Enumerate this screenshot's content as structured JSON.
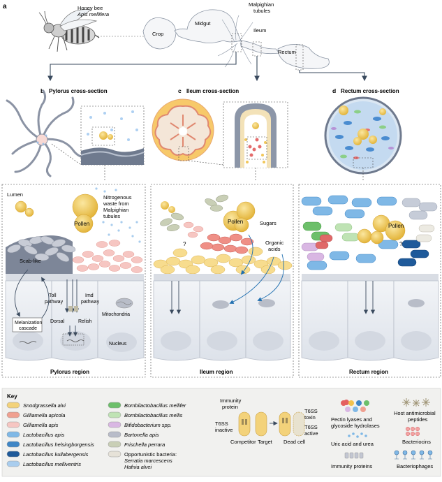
{
  "panel_a": {
    "letter": "a",
    "bee_label_1": "Honey bee",
    "bee_label_2": "Apis mellifera",
    "crop": "Crop",
    "midgut": "Midgut",
    "malpighian_1": "Malpighian",
    "malpighian_2": "tubules",
    "ileum": "Ileum",
    "rectum": "Rectum"
  },
  "panel_b": {
    "letter": "b",
    "title": "Pylorus cross-section",
    "lumen": "Lumen",
    "pollen": "Pollen",
    "nitro_1": "Nitrogenous",
    "nitro_2": "waste from",
    "nitro_3": "Malpighian",
    "nitro_4": "tubules",
    "scab_1": "Scab-like",
    "toll_1": "Toll",
    "toll_2": "pathway",
    "imd_1": "Imd",
    "imd_2": "pathway",
    "melan_1": "Melanization",
    "melan_2": "cascade",
    "dorsal": "Dorsal",
    "relish": "Relish",
    "mito": "Mitochondria",
    "nucleus": "Nucleus",
    "region": "Pylorus region"
  },
  "panel_c": {
    "letter": "c",
    "title": "Ileum cross-section",
    "pollen": "Pollen",
    "sugars": "Sugars",
    "organic_1": "Organic",
    "organic_2": "acids",
    "q1": "?",
    "q2": "?",
    "region": "Ileum region"
  },
  "panel_d": {
    "letter": "d",
    "title": "Rectum cross-section",
    "pollen": "Pollen",
    "q1": "?",
    "region": "Rectum region"
  },
  "key": {
    "title": "Key",
    "species": [
      {
        "label": "Snodgrassella alvi",
        "color": "#f3d27a"
      },
      {
        "label": "Gilliamella apicola",
        "color": "#f0a090"
      },
      {
        "label": "Gilliamella apis",
        "color": "#f6c6c2"
      },
      {
        "label": "Lactobacillus apis",
        "color": "#7fb8e6"
      },
      {
        "label": "Lactobacillus helsingborgensis",
        "color": "#3f86c6"
      },
      {
        "label": "Lactobacillus kullabergensis",
        "color": "#1f5a9a"
      },
      {
        "label": "Lactobacillus melliventris",
        "color": "#a9cdee"
      }
    ],
    "species2": [
      {
        "label": "Bombilactobacillus mellifer",
        "color": "#6cbf6a"
      },
      {
        "label": "Bombilactobacillus mellis",
        "color": "#bfe3b4"
      },
      {
        "label": "Bifidobacterium spp.",
        "color": "#d9b7e3"
      },
      {
        "label": "Bartonella apis",
        "color": "#b8bcc9"
      },
      {
        "label": "Frischella perrara",
        "color": "#c9cfb6"
      }
    ],
    "opp_1": "Opportunistic bacteria:",
    "opp_2": "Serratia marcescens",
    "opp_3": "Hafnia alvei",
    "opp_color": "#e6e2d8",
    "t6ss": {
      "immunity_1": "Immunity",
      "immunity_2": "protein",
      "inactive_1": "T6SS",
      "inactive_2": "inactive",
      "competitor": "Competitor",
      "target": "Target",
      "toxin_1": "T6SS",
      "toxin_2": "toxin",
      "active_1": "T6SS",
      "active_2": "active",
      "dead": "Dead cell"
    },
    "pectin_1": "Pectin lyases and",
    "pectin_2": "glycoside hydrolases",
    "uric": "Uric acid and urea",
    "immunity_proteins": "Immunity proteins",
    "host_amp_1": "Host antimicrobial",
    "host_amp_2": "peptides",
    "bacteriocins": "Bacteriocins",
    "bacteriophages": "Bacteriophages"
  }
}
